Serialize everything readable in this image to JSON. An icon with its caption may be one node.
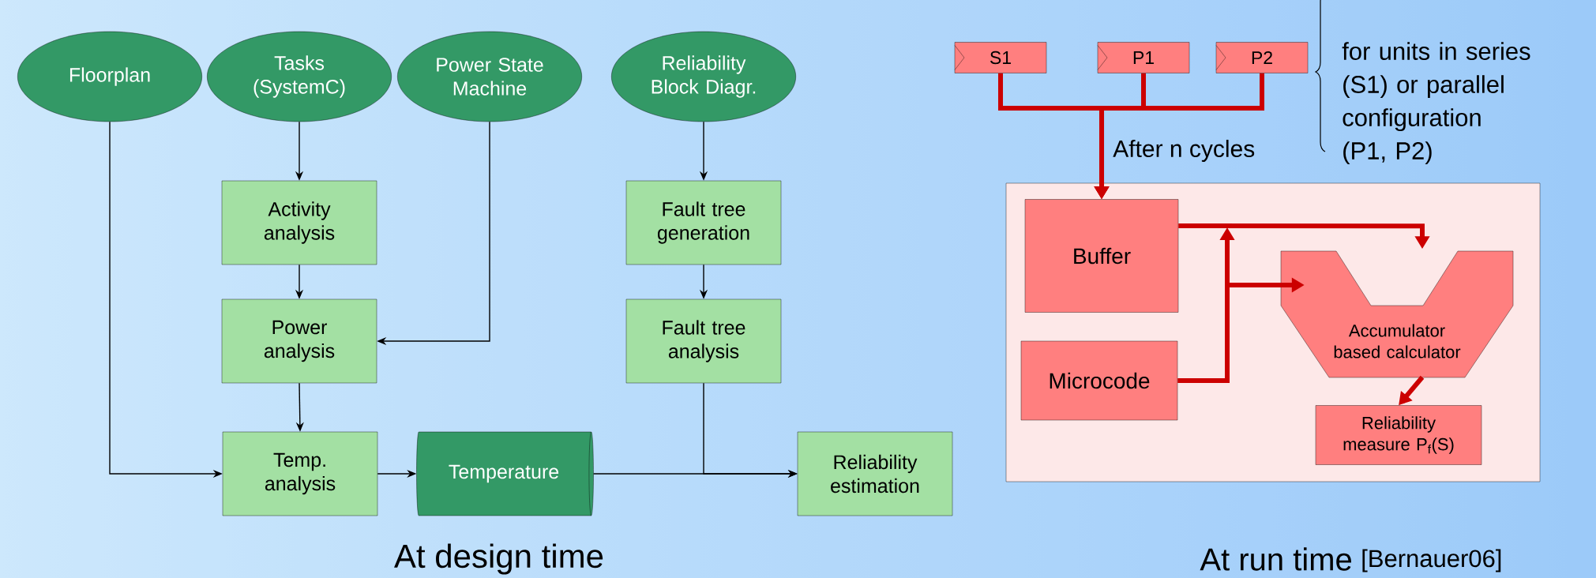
{
  "diagram": {
    "nodes": [
      {
        "text": [
          "Floorplan"
        ]
      },
      {
        "text": [
          "Tasks (SystemC)"
        ]
      },
      {
        "text": [
          "Power State Machine"
        ]
      },
      {
        "text": [
          "Reliability Block Diagr."
        ]
      },
      {
        "text": [
          "Activity analysis"
        ]
      },
      {
        "text": [
          "Fault tree generation"
        ]
      },
      {
        "text": [
          "Power analysis"
        ]
      },
      {
        "text": [
          "Fault tree analysis"
        ]
      },
      {
        "text": [
          "Temp. analysis"
        ]
      },
      {
        "text": [
          "Temperature"
        ]
      },
      {
        "text": [
          "Reliability estimation"
        ]
      },
      {
        "text": [
          "S1"
        ]
      },
      {
        "text": [
          "P1"
        ]
      },
      {
        "text": [
          "P2"
        ]
      },
      {
        "text": [],
        "shape": "box"
      },
      {
        "text": [
          "Buffer"
        ],
        "in": 14
      },
      {
        "text": [
          "Microcode"
        ],
        "in": 14
      },
      {
        "text": [
          "Accumulator based calculator"
        ],
        "in": 14
      },
      {
        "text": [
          "Reliability measure P$_{f}$(S)"
        ],
        "in": 14
      }
    ],
    "edges": [
      {
        "from": 0,
        "to": 8,
        "arrow": "to"
      },
      {
        "from": 1,
        "to": 4,
        "arrow": "to"
      },
      {
        "from": 4,
        "to": 6,
        "arrow": "to"
      },
      {
        "from": 2,
        "to": 6,
        "arrow": "to"
      },
      {
        "from": 6,
        "to": 8,
        "arrow": "to"
      },
      {
        "from": 3,
        "to": 5,
        "arrow": "to"
      },
      {
        "from": 5,
        "to": 7,
        "arrow": "to"
      },
      {
        "from": 8,
        "to": 9,
        "arrow": "to"
      },
      {
        "from": 9,
        "to": 10,
        "arrow": "to"
      },
      {
        "from": 7,
        "to": 10,
        "arrow": "to"
      },
      {
        "from": 11,
        "to": 15,
        "arrow": "to",
        "style": "thick",
        "color": "#cc0000",
        "label": "After n cycles"
      },
      {
        "from": 12,
        "to": 15,
        "arrow": "to",
        "style": "thick",
        "color": "#cc0000"
      },
      {
        "from": 13,
        "to": 15,
        "arrow": "to",
        "style": "thick",
        "color": "#cc0000"
      },
      {
        "from": 15,
        "to": 17,
        "arrow": "to",
        "style": "thick",
        "color": "#cc0000"
      },
      {
        "from": 16,
        "to": 17,
        "arrow": "to",
        "style": "thick",
        "color": "#cc0000"
      },
      {
        "from": 17,
        "to": 18,
        "arrow": "to",
        "style": "thick",
        "color": "#cc0000"
      }
    ],
    "labels": [
      "for units in series (S1) or parallel configuration (P1, P2)",
      "At design time",
      "At run time",
      "[Bernauer06]"
    ]
  }
}
